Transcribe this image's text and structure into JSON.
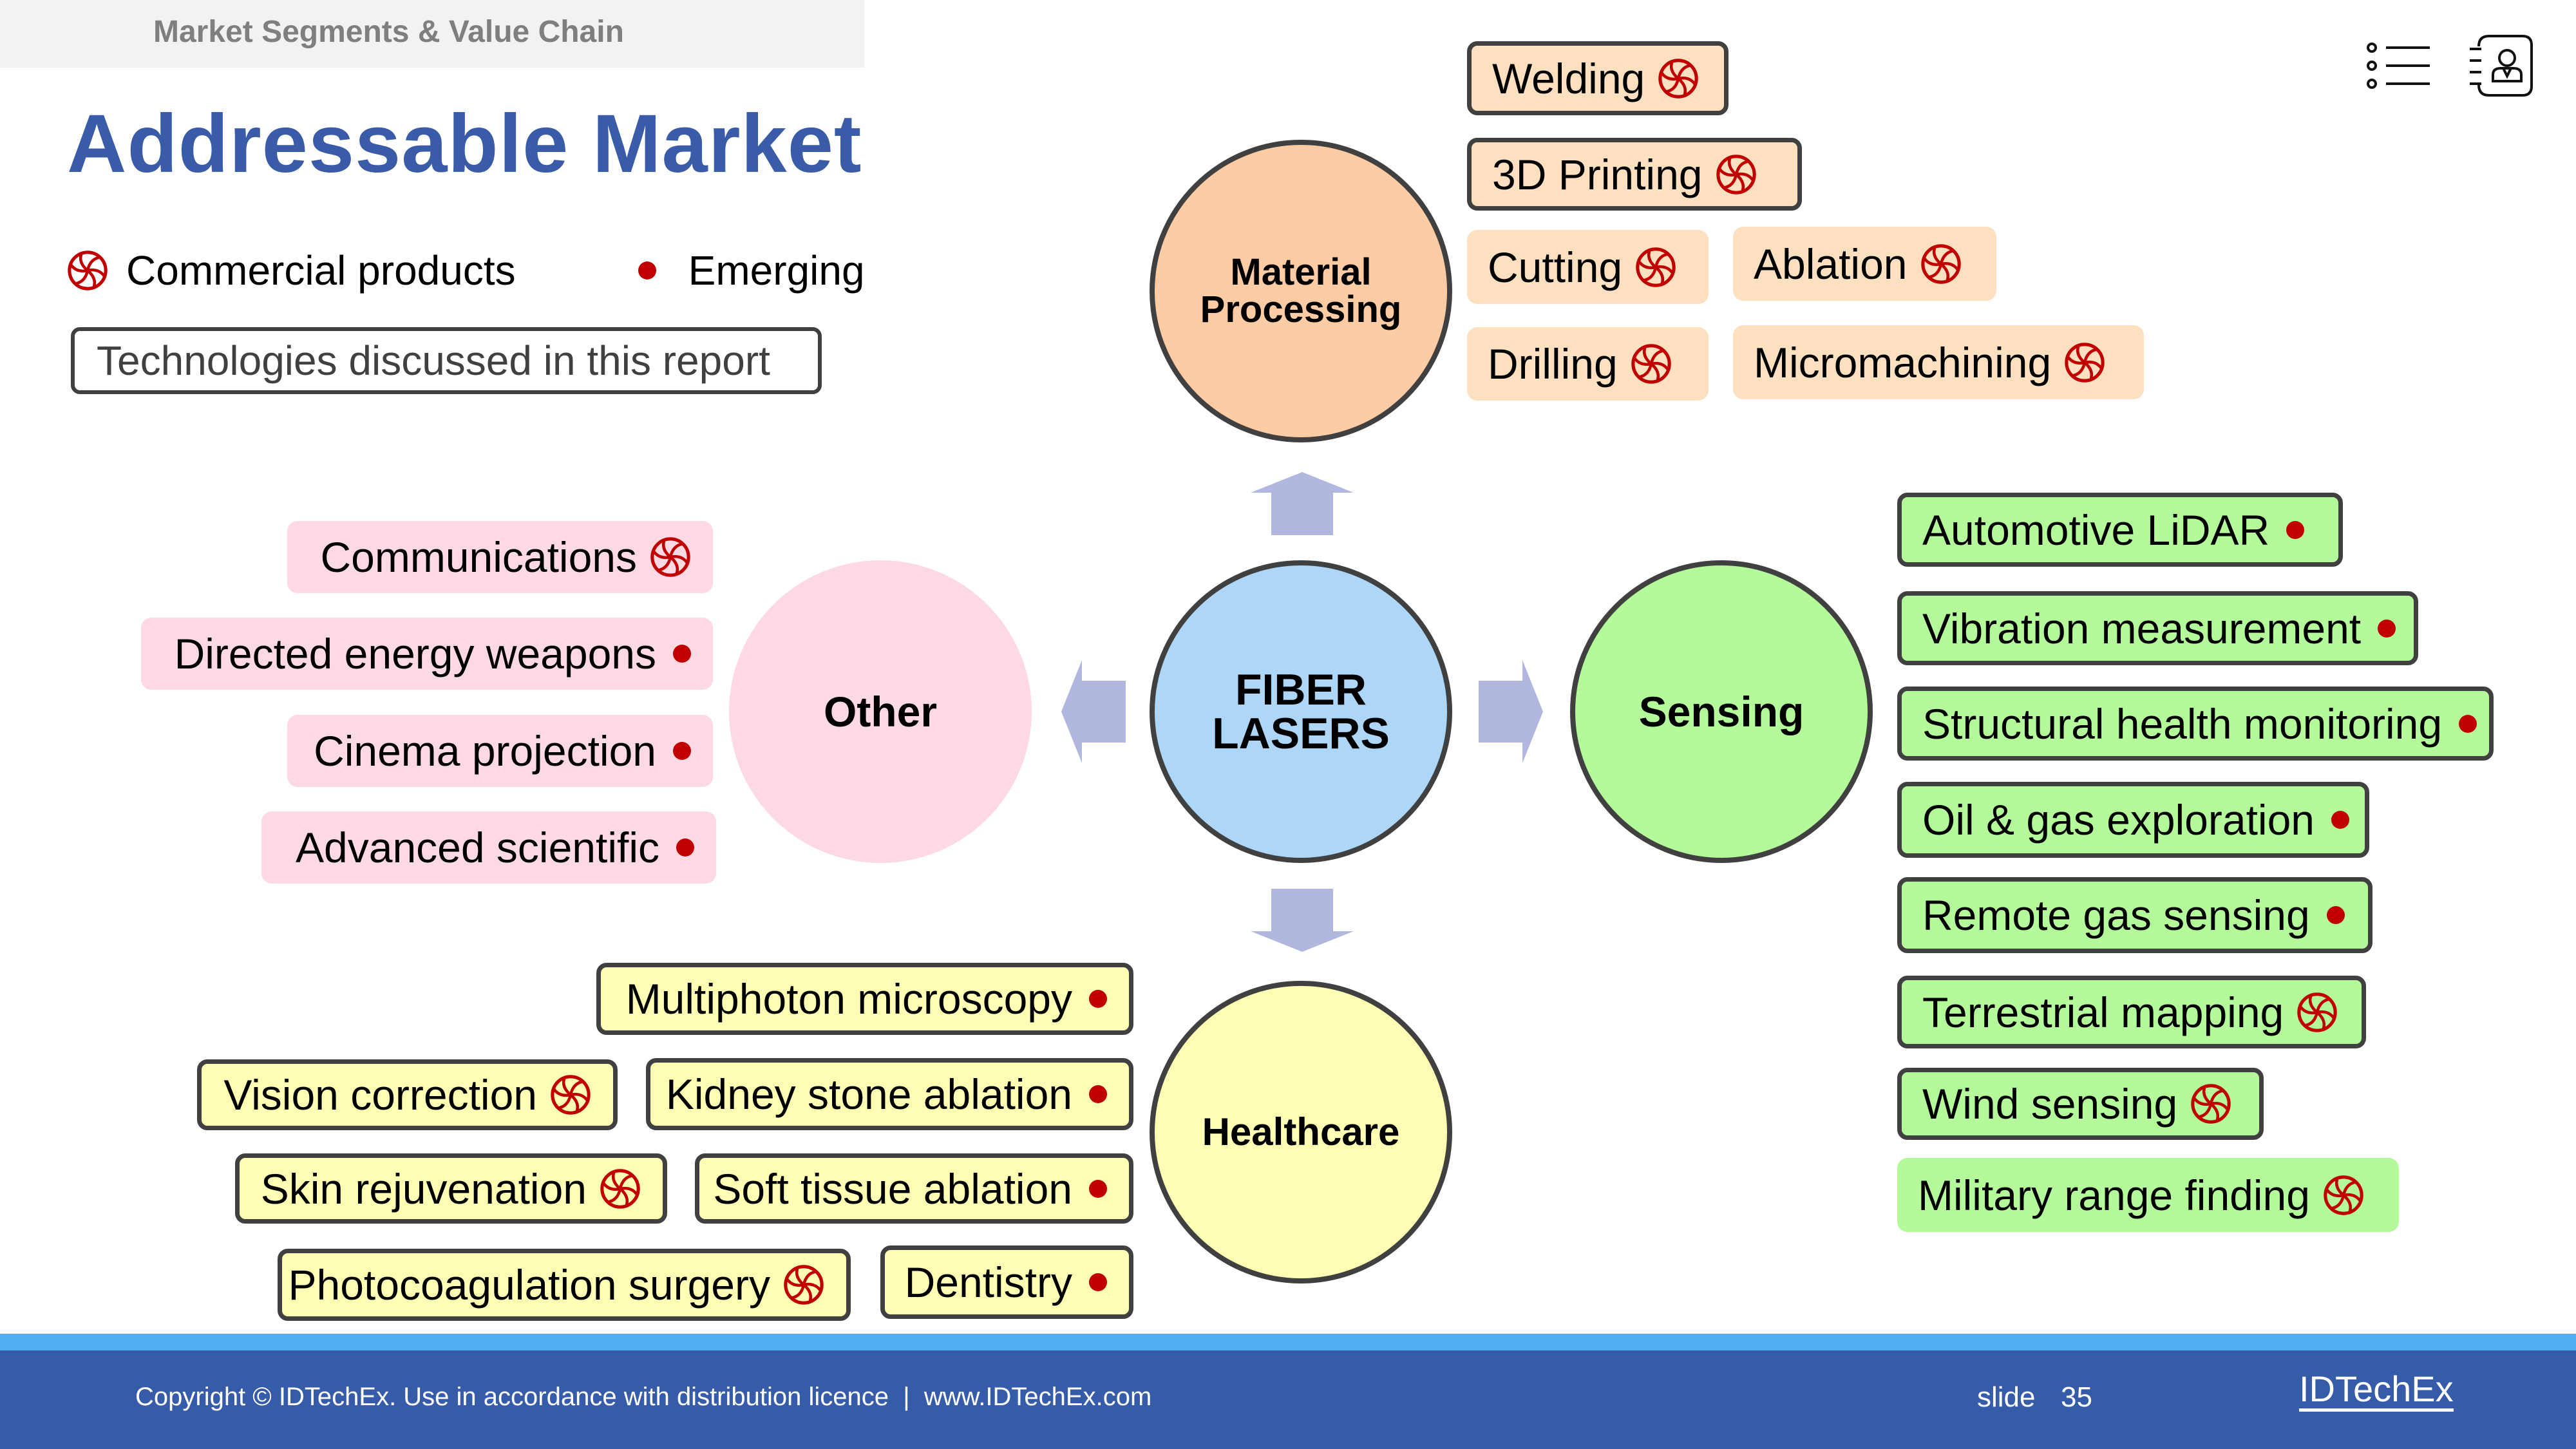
{
  "header": {
    "section": "Market Segments & Value Chain",
    "title": "Addressable Market"
  },
  "legend": {
    "commercial_label": "Commercial products",
    "commercial_icon": "spiral-icon",
    "emerging_label": "Emerging",
    "emerging_icon": "red-dot-icon",
    "discussed_label": "Technologies discussed in this report"
  },
  "toolbar_icons": [
    "list-icon",
    "contact-book-icon"
  ],
  "colors": {
    "title": "#3a5ba8",
    "marker_red": "#c00000",
    "material": "#fdcca4",
    "material_item": "#fde0c0",
    "center": "#add6f7",
    "other": "#fdd9e4",
    "sensing": "#b4f99a",
    "healthcare": "#fefeb4",
    "arrow": "#b1b7df",
    "footer_dark": "#365ca9",
    "footer_light": "#51acf2"
  },
  "center": {
    "line1": "FIBER",
    "line2": "LASERS"
  },
  "segments": {
    "material": {
      "line1": "Material",
      "line2": "Processing",
      "items": [
        {
          "label": "Welding",
          "marker": "commercial",
          "discussed": true
        },
        {
          "label": "3D Printing",
          "marker": "commercial",
          "discussed": true
        },
        {
          "label": "Cutting",
          "marker": "commercial",
          "discussed": false
        },
        {
          "label": "Ablation",
          "marker": "commercial",
          "discussed": false
        },
        {
          "label": "Drilling",
          "marker": "commercial",
          "discussed": false
        },
        {
          "label": "Micromachining",
          "marker": "commercial",
          "discussed": false
        }
      ]
    },
    "other": {
      "label": "Other",
      "items": [
        {
          "label": "Communications",
          "marker": "commercial",
          "discussed": false
        },
        {
          "label": "Directed energy weapons",
          "marker": "emerging",
          "discussed": false
        },
        {
          "label": "Cinema projection",
          "marker": "emerging",
          "discussed": false
        },
        {
          "label": "Advanced scientific",
          "marker": "emerging",
          "discussed": false
        }
      ]
    },
    "sensing": {
      "label": "Sensing",
      "items": [
        {
          "label": "Automotive LiDAR",
          "marker": "emerging",
          "discussed": true
        },
        {
          "label": "Vibration measurement",
          "marker": "emerging",
          "discussed": true
        },
        {
          "label": "Structural health monitoring",
          "marker": "emerging",
          "discussed": true
        },
        {
          "label": "Oil & gas exploration",
          "marker": "emerging",
          "discussed": true
        },
        {
          "label": "Remote gas sensing",
          "marker": "emerging",
          "discussed": true
        },
        {
          "label": "Terrestrial mapping",
          "marker": "commercial",
          "discussed": true
        },
        {
          "label": "Wind sensing",
          "marker": "commercial",
          "discussed": true
        },
        {
          "label": "Military range finding",
          "marker": "commercial",
          "discussed": false
        }
      ]
    },
    "healthcare": {
      "label": "Healthcare",
      "items": [
        {
          "label": "Multiphoton microscopy",
          "marker": "emerging",
          "discussed": true
        },
        {
          "label": "Vision correction",
          "marker": "commercial",
          "discussed": true
        },
        {
          "label": "Kidney stone ablation",
          "marker": "emerging",
          "discussed": true
        },
        {
          "label": "Skin rejuvenation",
          "marker": "commercial",
          "discussed": true
        },
        {
          "label": "Soft tissue ablation",
          "marker": "emerging",
          "discussed": true
        },
        {
          "label": "Photocoagulation surgery",
          "marker": "commercial",
          "discussed": true
        },
        {
          "label": "Dentistry",
          "marker": "emerging",
          "discussed": true
        }
      ]
    }
  },
  "footer": {
    "copyright": "Copyright © IDTechEx. Use in accordance with distribution licence  |  www.IDTechEx.com",
    "slide_label": "slide",
    "slide_number": "35",
    "brand": "IDTechEx"
  }
}
